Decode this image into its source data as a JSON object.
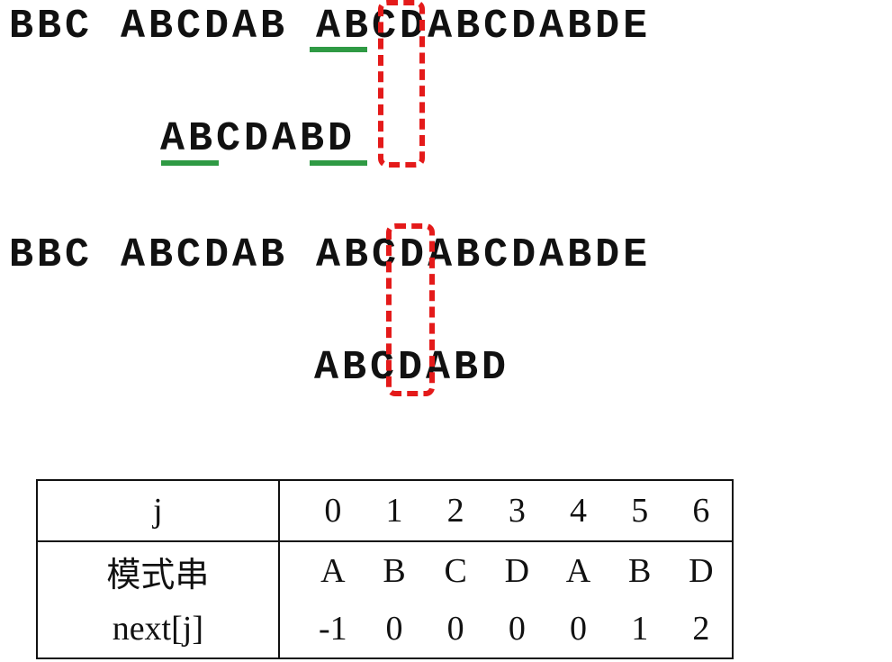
{
  "diagram": {
    "rows": [
      {
        "id": "text-line-1",
        "text": "BBC ABCDAB ABCDABCDABDE"
      },
      {
        "id": "pattern-line-1",
        "text": "ABCDABD"
      },
      {
        "id": "text-line-2",
        "text": "BBC ABCDAB ABCDABCDABDE"
      },
      {
        "id": "pattern-line-2",
        "text": "ABCDABD"
      }
    ],
    "colors": {
      "text": "#111111",
      "underline": "#2f9a44",
      "mismatch_box": "#e41a1a",
      "background": "#ffffff"
    }
  },
  "table": {
    "headers": [
      "j",
      "模式串",
      "next[j]"
    ],
    "indices": [
      "0",
      "1",
      "2",
      "3",
      "4",
      "5",
      "6"
    ],
    "pattern": [
      "A",
      "B",
      "C",
      "D",
      "A",
      "B",
      "D"
    ],
    "next": [
      "-1",
      "0",
      "0",
      "0",
      "0",
      "1",
      "2"
    ]
  }
}
